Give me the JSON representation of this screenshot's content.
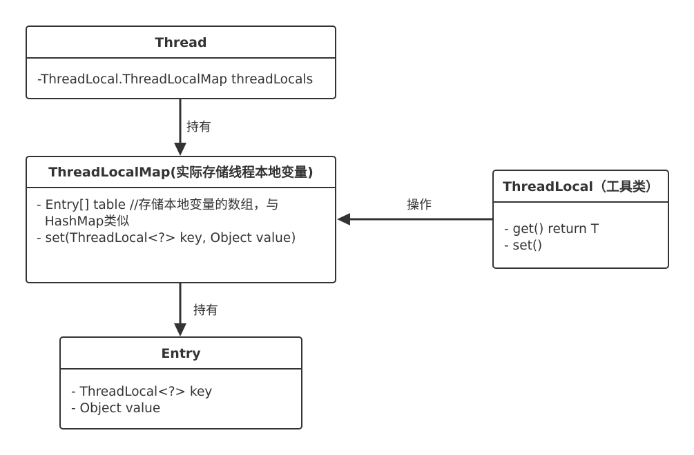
{
  "nodes": {
    "thread": {
      "title": "Thread",
      "fields": [
        "-ThreadLocal.ThreadLocalMap threadLocals"
      ]
    },
    "thread_local_map": {
      "title": "ThreadLocalMap(实际存储线程本地变量)",
      "fields": [
        "- Entry[] table //存储本地变量的数组，与",
        "  HashMap类似",
        "",
        "- set(ThreadLocal<?> key, Object value)"
      ]
    },
    "thread_local": {
      "title": "ThreadLocal（工具类）",
      "fields": [
        "- get() return T",
        "- set()"
      ]
    },
    "entry": {
      "title": "Entry",
      "fields": [
        "- ThreadLocal<?> key",
        "- Object value"
      ]
    }
  },
  "edges": {
    "thread_to_map": {
      "label": "持有"
    },
    "threadlocal_to_map": {
      "label": "操作"
    },
    "map_to_entry": {
      "label": "持有"
    }
  },
  "colors": {
    "stroke": "#333333",
    "background": "#ffffff",
    "text": "#333333"
  }
}
